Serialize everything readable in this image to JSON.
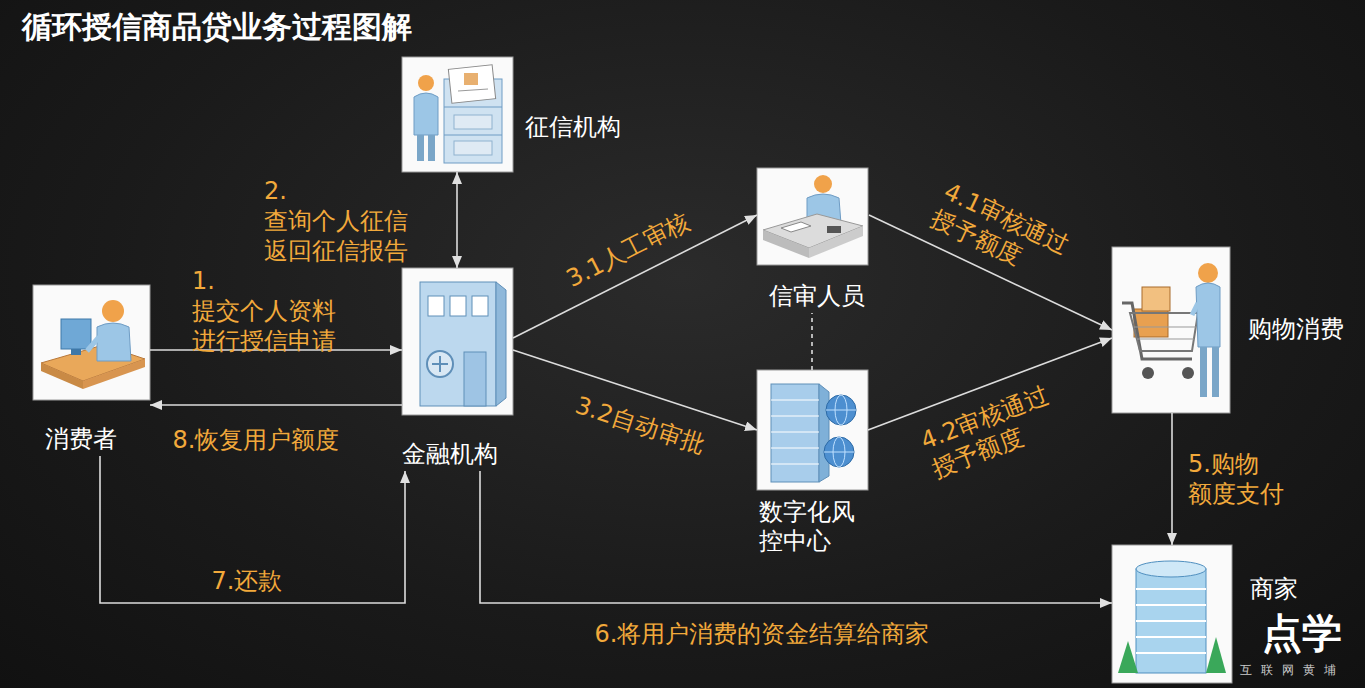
{
  "diagram": {
    "title": "循环授信商品贷业务过程图解",
    "nodes": [
      {
        "text": [
          "征信机构"
        ]
      },
      {
        "text": [
          "消费者"
        ]
      },
      {
        "text": [
          "金融机构"
        ]
      },
      {
        "text": [
          "信审人员"
        ]
      },
      {
        "text": [
          "数字化风 控中心"
        ]
      },
      {
        "text": [
          "购物消费"
        ]
      },
      {
        "text": [
          "商家"
        ]
      }
    ],
    "edges": [
      {
        "from": 1,
        "to": 2,
        "label": "1.提交个人资料 进行授信申请",
        "arrow": "to"
      },
      {
        "from": 2,
        "to": 0,
        "label": "2.查询个人征信 返回征信报告",
        "arrow": "both"
      },
      {
        "from": 2,
        "to": 3,
        "label": "3.1人工审核",
        "arrow": "to"
      },
      {
        "from": 2,
        "to": 4,
        "label": "3.2自动审批",
        "arrow": "to"
      },
      {
        "from": 4,
        "to": 3,
        "arrow": "none"
      },
      {
        "from": 3,
        "to": 5,
        "label": "4.1审核通过 授予额度",
        "arrow": "to"
      },
      {
        "from": 4,
        "to": 5,
        "label": "4.2审核通过 授予额度",
        "arrow": "to"
      },
      {
        "from": 5,
        "to": 6,
        "label": "5.购物 额度支付",
        "arrow": "to"
      },
      {
        "from": 2,
        "to": 6,
        "label": "6.将用户消费的资金结算给商家",
        "arrow": "to"
      },
      {
        "from": 1,
        "to": 2,
        "label": "7.还款",
        "arrow": "to"
      },
      {
        "from": 2,
        "to": 1,
        "label": "8.恢复用户额度",
        "arrow": "to"
      }
    ],
    "labels": [
      "点学",
      "互联网黄埔"
    ]
  }
}
